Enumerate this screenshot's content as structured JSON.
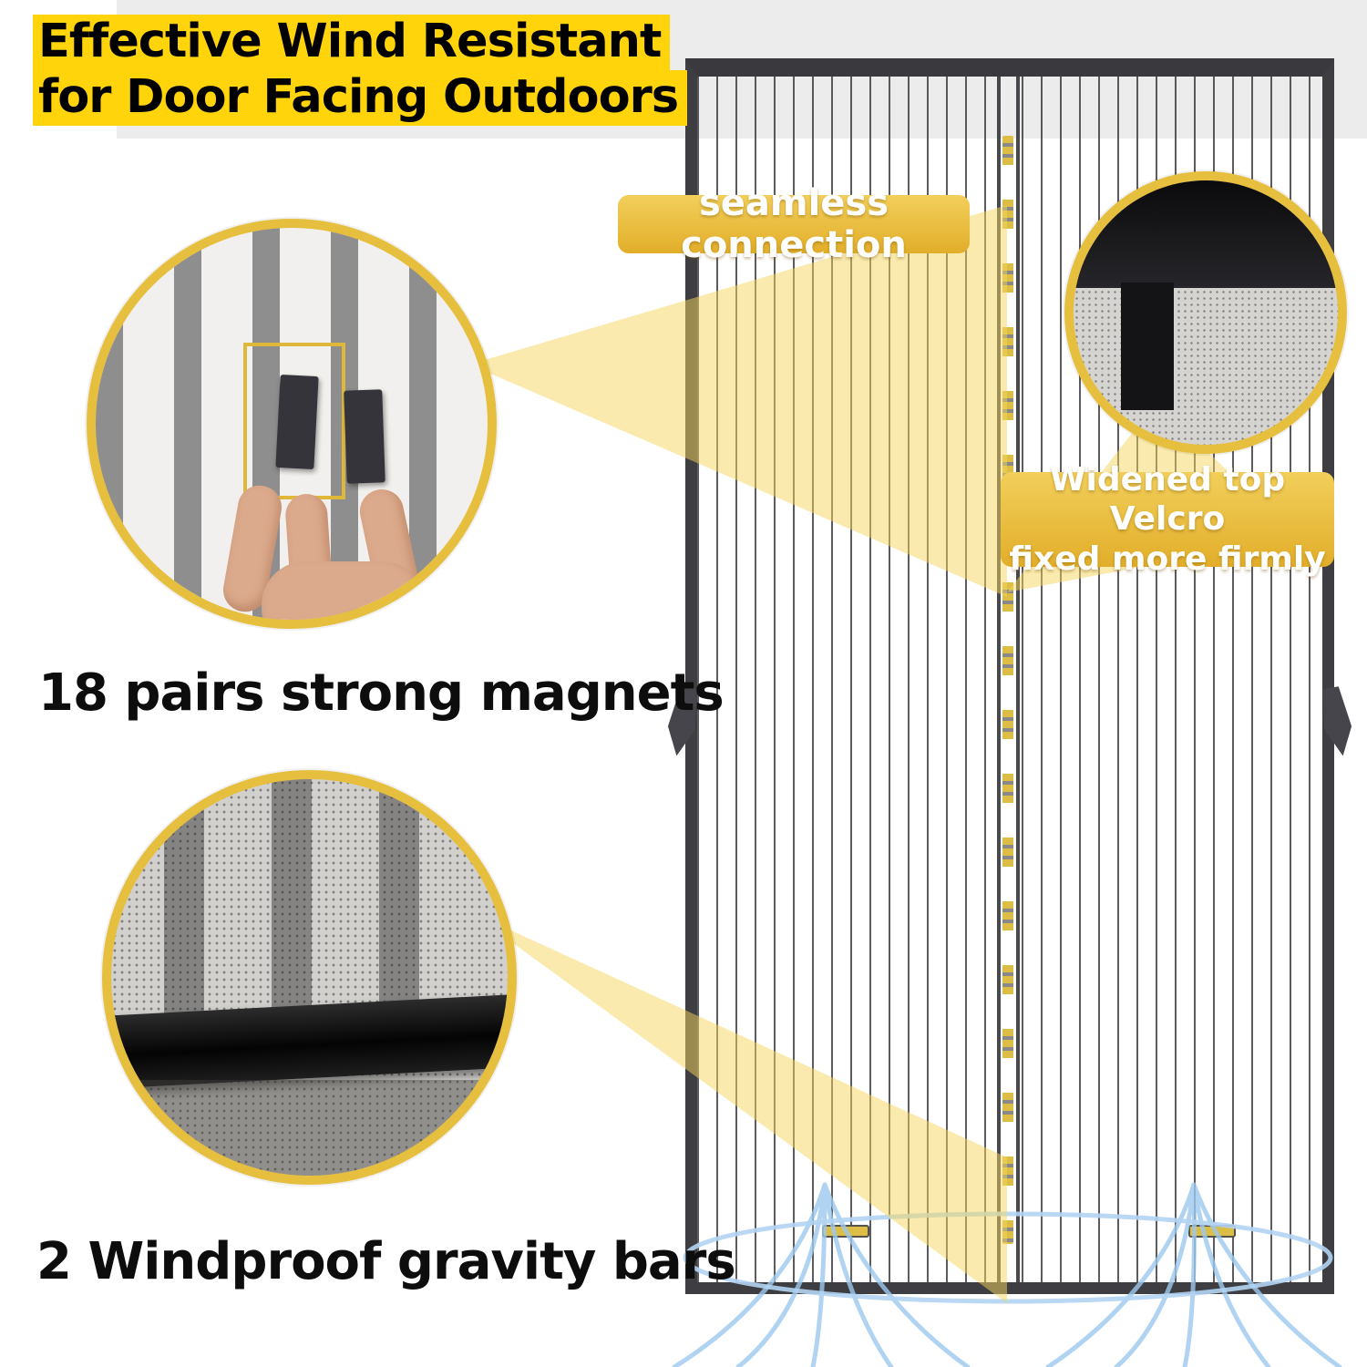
{
  "title": {
    "line1": "Effective Wind Resistant",
    "line2": "for Door Facing Outdoors"
  },
  "labels": {
    "seamless": "seamless connection",
    "velcro_line1": "Widened top Velcro",
    "velcro_line2": "fixed more firmly"
  },
  "captions": {
    "magnets": "18 pairs strong magnets",
    "gravity": "2 Windproof gravity bars"
  },
  "colors": {
    "accent_yellow": "#e6bf3e",
    "highlight_yellow": "#ffd40a",
    "label_gradient_top": "#f2cf5b",
    "label_gradient_bottom": "#e2ae2a",
    "frame_dark": "#3e3e42",
    "wind_blue": "#9dc9ef"
  }
}
